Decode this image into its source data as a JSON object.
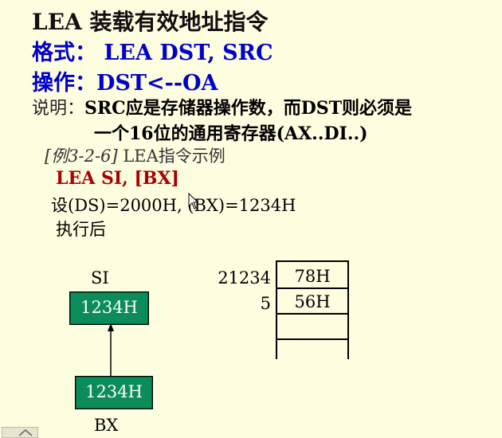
{
  "slide": {
    "title": "LEA  装载有效地址指令",
    "format_label": "格式：",
    "format_value": "LEA DST, SRC",
    "operation_label": "操作：",
    "operation_value": "DST<--OA",
    "desc_label": "说明：",
    "desc_line1": "SRC应是存储器操作数，而DST则必须是",
    "desc_line2": "一个16位的通用寄存器(AX..DI..)",
    "example_tag": "[例3-2-6]",
    "example_title": " LEA指令示例",
    "instruction": "LEA  SI, [BX]",
    "setup": "设(DS)=2000H, (BX)=1234H",
    "after": "执行后"
  },
  "diagram": {
    "si_label": "SI",
    "si_value": "1234H",
    "bx_label": "BX",
    "bx_value": "1234H",
    "memory": {
      "addr1": "21234",
      "addr2": "5",
      "cells": [
        "78H",
        "56H",
        ""
      ]
    }
  },
  "colors": {
    "background": "#fdfde0",
    "heading_blue": "#0000cc",
    "instruction_red": "#aa0000",
    "register_green": "#0b8c5a"
  }
}
